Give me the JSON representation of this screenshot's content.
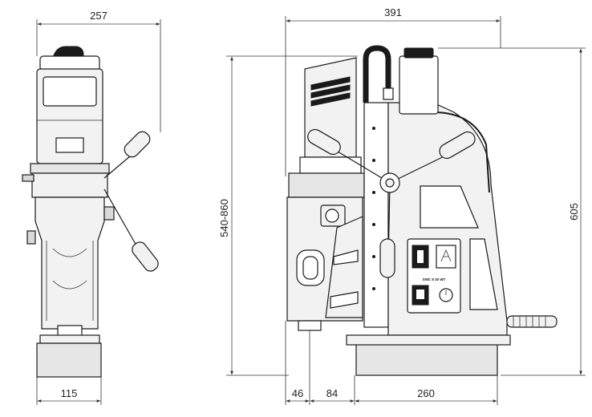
{
  "dimensions": {
    "front_width": "257",
    "front_base_width": "115",
    "side_width": "391",
    "height_range": "540-860",
    "height_total": "605",
    "offset_a": "46",
    "offset_b": "84",
    "base_length": "260"
  },
  "panel": {
    "model_label": "SWC 5 30 WT"
  }
}
